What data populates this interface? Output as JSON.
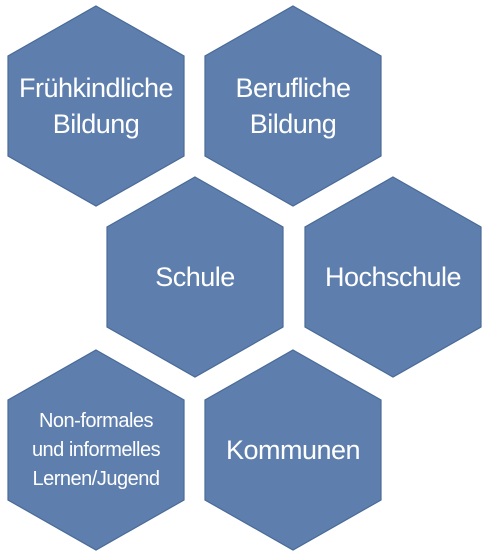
{
  "diagram": {
    "fill_color": "#5e7fad",
    "text_color": "#ffffff",
    "hexagons": [
      {
        "id": "fruehkindliche-bildung",
        "label": "Frühkindliche\nBildung"
      },
      {
        "id": "berufliche-bildung",
        "label": "Berufliche\nBildung"
      },
      {
        "id": "schule",
        "label": "Schule"
      },
      {
        "id": "hochschule",
        "label": "Hochschule"
      },
      {
        "id": "non-formales-lernen",
        "label": "Non-formales\nund informelles\nLernen/Jugend"
      },
      {
        "id": "kommunen",
        "label": "Kommunen"
      }
    ]
  }
}
